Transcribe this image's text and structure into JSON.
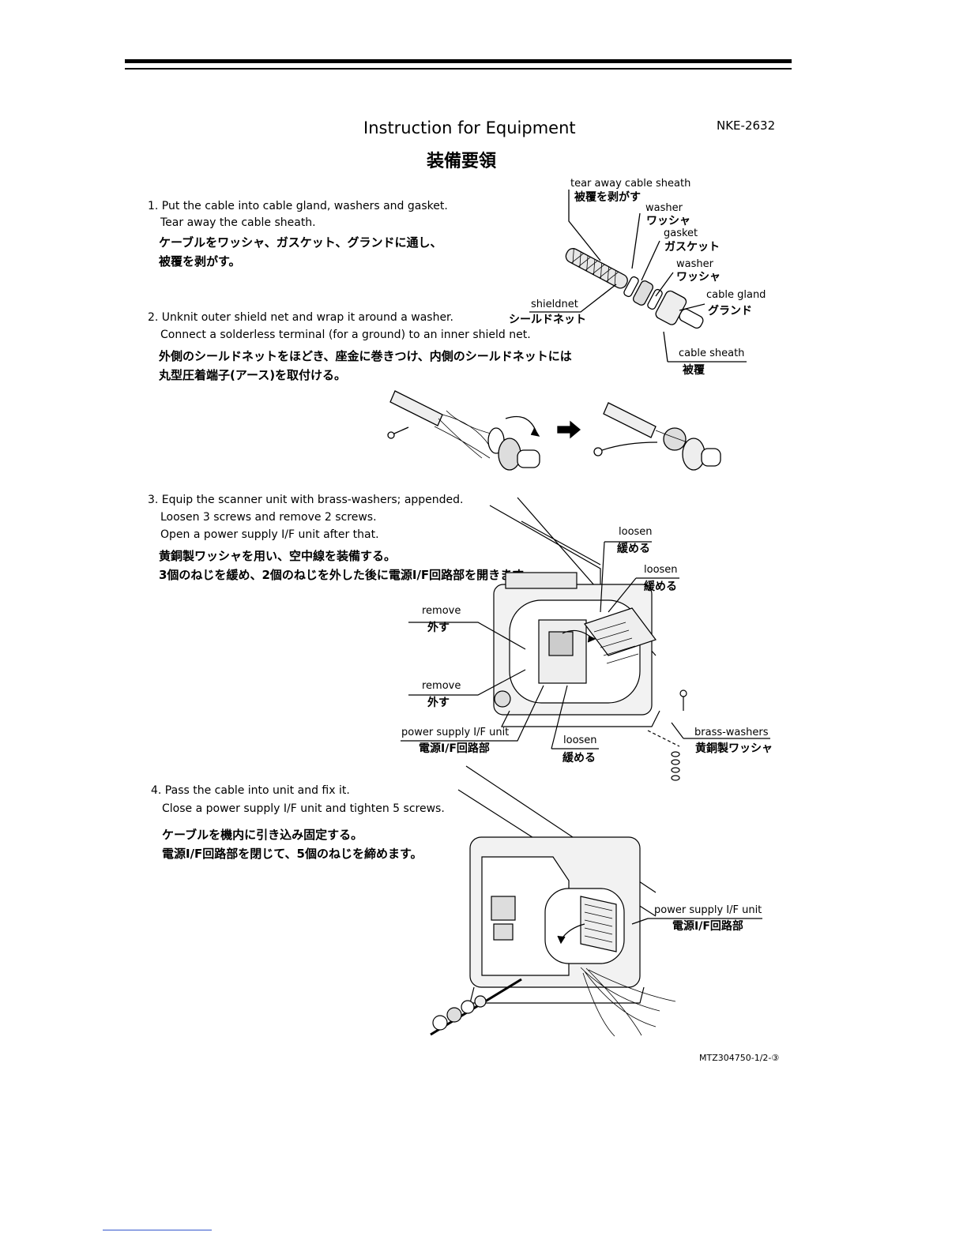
{
  "header": {
    "title": "Instruction for Equipment",
    "title_jp": "装備要領",
    "doc_number": "NKE-2632"
  },
  "steps": [
    {
      "en": [
        "1. Put the cable into cable gland, washers and gasket.",
        "Tear away the cable sheath."
      ],
      "jp": [
        "ケーブルをワッシャ、ガスケット、グランドに通し、",
        "被覆を剥がす。"
      ]
    },
    {
      "en": [
        "2. Unknit outer shield net and wrap it around a washer.",
        "Connect a solderless terminal (for a ground) to an inner shield net."
      ],
      "jp": [
        "外側のシールドネットをほどき、座金に巻きつけ、内側のシールドネットには",
        "丸型圧着端子(アース)を取付ける。"
      ]
    },
    {
      "en": [
        "3. Equip the scanner unit with brass-washers; appended.",
        "Loosen 3 screws and remove 2 screws.",
        "Open  a power supply I/F unit after that."
      ],
      "jp": [
        "黄銅製ワッシャを用い、空中線を装備する。",
        "3個のねじを緩め、2個のねじを外した後に電源I/F回路部を開きます。"
      ]
    },
    {
      "en": [
        "4. Pass the cable into unit and fix it.",
        "Close a power supply I/F unit and tighten 5 screws."
      ],
      "jp": [
        "ケーブルを機内に引き込み固定する。",
        "電源I/F回路部を閉じて、5個のねじを締めます。"
      ]
    }
  ],
  "labels": {
    "tear_away": {
      "en": "tear away cable sheath",
      "jp": "被覆を剥がす"
    },
    "washer1": {
      "en": "washer",
      "jp": "ワッシャ"
    },
    "gasket": {
      "en": "gasket",
      "jp": "ガスケット"
    },
    "washer2": {
      "en": "washer",
      "jp": "ワッシャ"
    },
    "cable_gland": {
      "en": "cable gland",
      "jp": "グランド"
    },
    "shieldnet": {
      "en": "shieldnet",
      "jp": "シールドネット"
    },
    "cable_sheath": {
      "en": "cable sheath",
      "jp": "被覆"
    },
    "loosen_a": {
      "en": "loosen",
      "jp": "緩める"
    },
    "loosen_b": {
      "en": "loosen",
      "jp": "緩める"
    },
    "loosen_c": {
      "en": "loosen",
      "jp": "緩める"
    },
    "remove_a": {
      "en": "remove",
      "jp": "外す"
    },
    "remove_b": {
      "en": "remove",
      "jp": "外す"
    },
    "psu_3": {
      "en": "power supply I/F unit",
      "jp": "電源I/F回路部"
    },
    "brass_washers": {
      "en": "brass-washers",
      "jp": "黄銅製ワッシャ"
    },
    "psu_4": {
      "en": "power supply I/F unit",
      "jp": "電源I/F回路部"
    }
  },
  "footer": {
    "code": "MTZ304750-1/2-③"
  }
}
